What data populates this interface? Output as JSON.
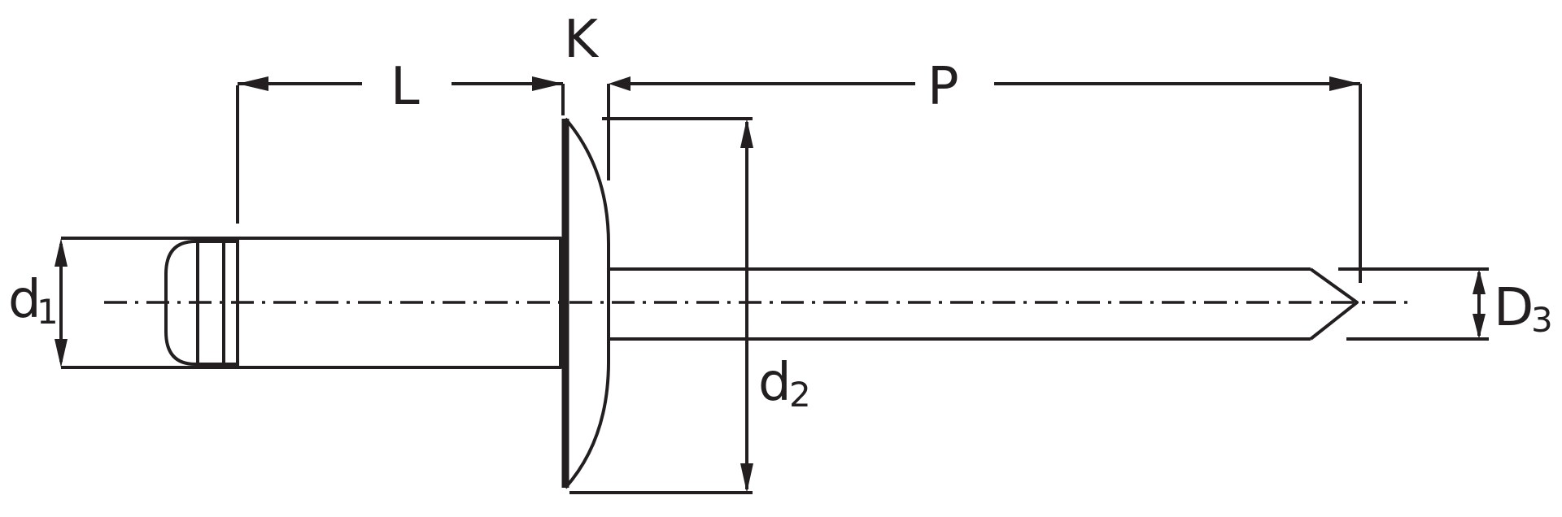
{
  "labels": {
    "L": "L",
    "K": "K",
    "P": "P",
    "d1_main": "d",
    "d1_sub": "1",
    "d2_main": "d",
    "d2_sub": "2",
    "D3_main": "D",
    "D3_sub": "3"
  },
  "colors": {
    "line": "#231f20",
    "background": "#ffffff"
  }
}
